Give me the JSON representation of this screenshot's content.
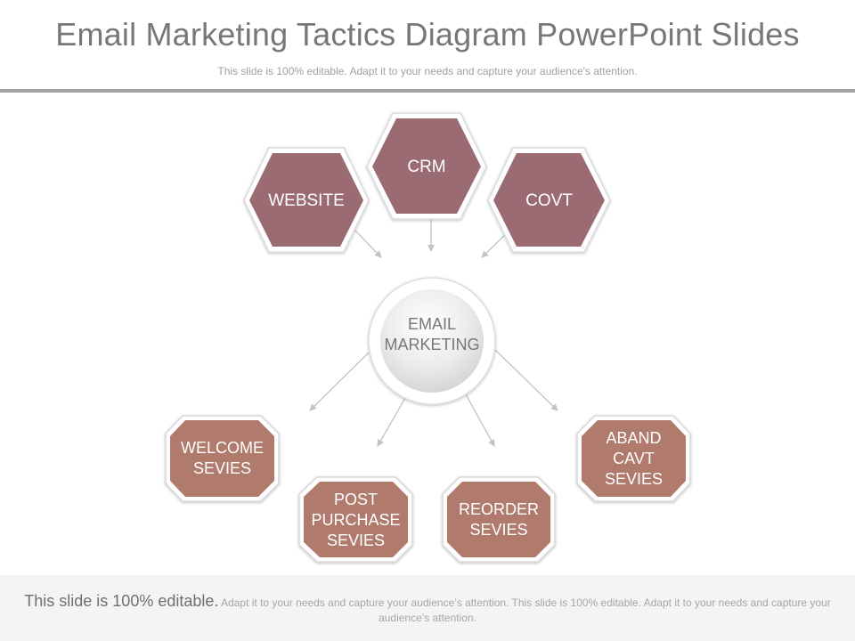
{
  "slide": {
    "title": "Email Marketing Tactics Diagram PowerPoint Slides",
    "subtitle": "This slide is 100% editable. Adapt it to your needs and capture your audience's attention."
  },
  "diagram": {
    "center": {
      "label_line1": "EMAIL",
      "label_line2": "MARKETING"
    },
    "inputs": [
      {
        "label": "WEBSITE"
      },
      {
        "label": "CRM"
      },
      {
        "label": "COVT"
      }
    ],
    "outputs": [
      {
        "label_line1": "WELCOME",
        "label_line2": "SEVIES"
      },
      {
        "label_line1": "POST",
        "label_line2": "PURCHASE",
        "label_line3": "SEVIES"
      },
      {
        "label_line1": "REORDER",
        "label_line2": "SEVIES"
      },
      {
        "label_line1": "ABAND",
        "label_line2": "CAVT",
        "label_line3": "SEVIES"
      }
    ],
    "colors": {
      "hexagon_fill": "#9b6b74",
      "octagon_fill": "#b07a6c",
      "border": "#e6e6e6",
      "arrow": "#c4c4c4",
      "center_fill": "#e8e8e8"
    }
  },
  "footer": {
    "lead": "This slide is 100% editable.",
    "text": " Adapt it to your needs and capture your audience’s attention. This slide is 100% editable. Adapt it to your needs and capture your audience’s attention."
  }
}
